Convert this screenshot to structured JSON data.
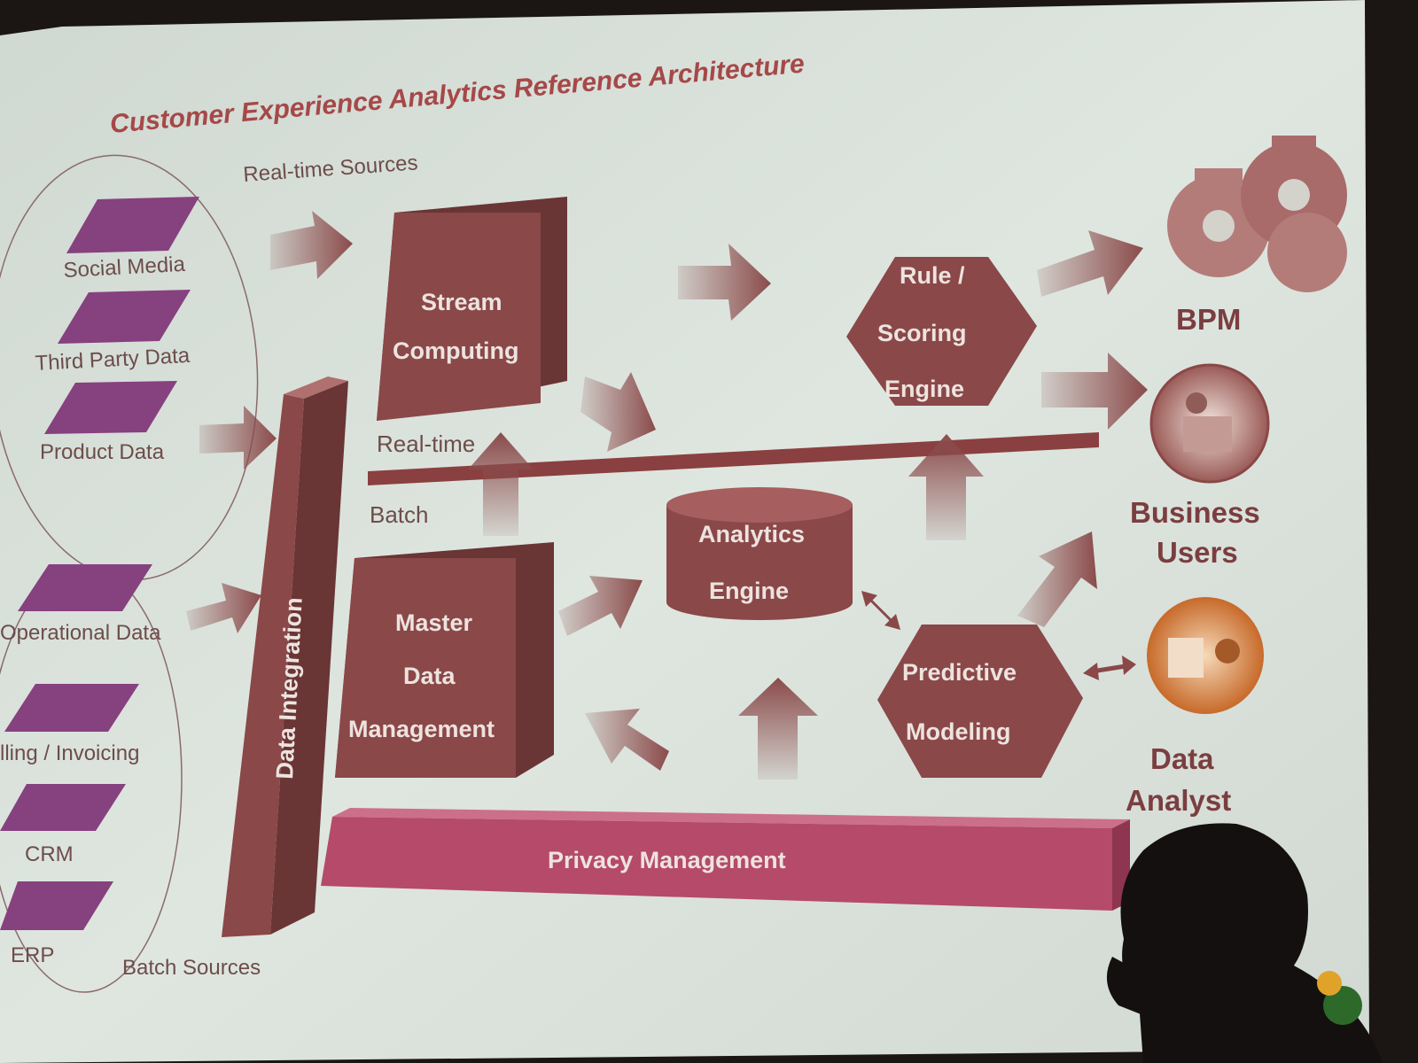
{
  "title": "Customer Experience Analytics Reference Architecture",
  "realtime_sources": {
    "label": "Real-time Sources",
    "items": [
      "Social Media",
      "Third Party Data",
      "Product Data"
    ]
  },
  "batch_sources": {
    "label": "Batch Sources",
    "items": [
      "Operational Data",
      "lling / Invoicing",
      "CRM",
      "ERP"
    ]
  },
  "data_integration": "Data Integration",
  "stream_computing": [
    "Stream",
    "Computing"
  ],
  "master_data": [
    "Master",
    "Data",
    "Management"
  ],
  "analytics_engine": [
    "Analytics",
    "Engine"
  ],
  "rule_engine": [
    "Rule /",
    "Scoring",
    "Engine"
  ],
  "predictive": [
    "Predictive",
    "Modeling"
  ],
  "realtime_label": "Real-time",
  "batch_label": "Batch",
  "privacy": "Privacy Management",
  "consumers": {
    "bpm": "BPM",
    "business_users": [
      "Business",
      "Users"
    ],
    "data_analyst": [
      "Data",
      "Analyst"
    ]
  },
  "colors": {
    "box": "#8a4848",
    "box_dark": "#6a3535",
    "source": "#86417f",
    "privacy": "#b54a6a",
    "arrow": "#8a4b4b",
    "title": "#a64848"
  },
  "icons": [
    "gears-icon",
    "business-users-icon",
    "data-analyst-icon",
    "presenter-silhouette"
  ]
}
